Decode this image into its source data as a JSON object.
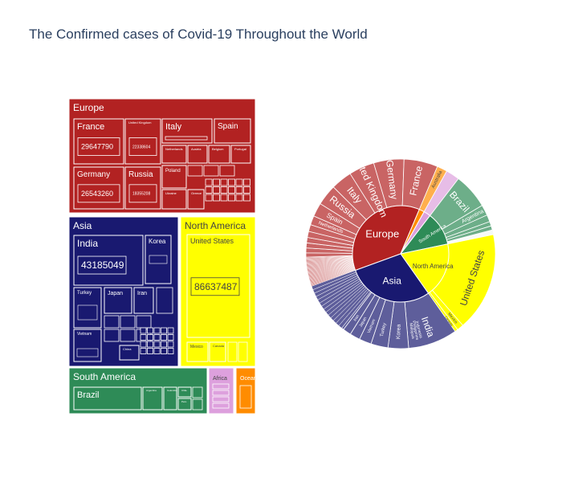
{
  "chart_data": [
    {
      "type": "treemap",
      "title": "The Confirmed cases of Covid-19 Throughout the World",
      "colors": {
        "Europe": "#b22222",
        "Asia": "#191970",
        "North America": "#ffff00",
        "South America": "#2e8b57",
        "Africa": "#dda0dd",
        "Oceania": "#ff8c00"
      },
      "continents": [
        {
          "name": "Europe",
          "value": 189500000,
          "countries": [
            {
              "name": "France",
              "value": 29647790,
              "value_label": "29647790"
            },
            {
              "name": "United Kingdom",
              "value": 22338604,
              "value_label": "22338604"
            },
            {
              "name": "Italy",
              "value": 18500000
            },
            {
              "name": "Spain",
              "value": 12000000
            },
            {
              "name": "Germany",
              "value": 26543260,
              "value_label": "26543260"
            },
            {
              "name": "Russia",
              "value": 18355208,
              "value_label": "18355208"
            },
            {
              "name": "Netherlands",
              "value": 8000000
            },
            {
              "name": "Austria",
              "value": 4800000
            },
            {
              "name": "Belgium",
              "value": 4400000
            },
            {
              "name": "Portugal",
              "value": 4200000
            },
            {
              "name": "Poland",
              "value": 6000000
            },
            {
              "name": "Ukraine",
              "value": 5300000
            },
            {
              "name": "Greece",
              "value": 3800000
            }
          ]
        },
        {
          "name": "Asia",
          "value": 150000000,
          "countries": [
            {
              "name": "India",
              "value": 43185049,
              "value_label": "43185049"
            },
            {
              "name": "Korea",
              "value": 18000000
            },
            {
              "name": "Turkey",
              "value": 15000000
            },
            {
              "name": "Japan",
              "value": 9000000
            },
            {
              "name": "Iran",
              "value": 7200000
            },
            {
              "name": "Vietnam",
              "value": 10700000
            },
            {
              "name": "China",
              "value": 2000000
            }
          ]
        },
        {
          "name": "North America",
          "value": 95000000,
          "countries": [
            {
              "name": "United States",
              "value": 86637487,
              "value_label": "86637487"
            },
            {
              "name": "Mexico",
              "value": 5800000
            },
            {
              "name": "Canada",
              "value": 3900000
            }
          ]
        },
        {
          "name": "South America",
          "value": 58000000,
          "countries": [
            {
              "name": "Brazil",
              "value": 31000000
            },
            {
              "name": "Argentina",
              "value": 9300000
            },
            {
              "name": "Colombia",
              "value": 6100000
            },
            {
              "name": "Chile",
              "value": 3900000
            },
            {
              "name": "Peru",
              "value": 3600000
            }
          ]
        },
        {
          "name": "Africa",
          "value": 12000000
        },
        {
          "name": "Oceania",
          "value": 9000000
        }
      ]
    },
    {
      "type": "sunburst",
      "inner": [
        {
          "name": "Europe",
          "value": 189500000
        },
        {
          "name": "Oceania",
          "value": 9000000
        },
        {
          "name": "Africa",
          "value": 12000000
        },
        {
          "name": "South America",
          "value": 58000000
        },
        {
          "name": "North America",
          "value": 95000000
        },
        {
          "name": "Asia",
          "value": 150000000
        }
      ],
      "outer_labels": {
        "Europe": [
          "Netherlands",
          "Spain",
          "Italy",
          "Russia",
          "United Kingdom",
          "Germany",
          "France"
        ],
        "Oceania": [
          "Australia"
        ],
        "South America": [
          "Argentina",
          "Brazil"
        ],
        "North America": [
          "Canada",
          "Mexico",
          "United States"
        ],
        "Asia": [
          "India",
          "Korea",
          "Turkey",
          "Vietnam",
          "Japan",
          "Iran",
          "Indonesia",
          "Philippines",
          "Malaysia"
        ]
      }
    }
  ]
}
